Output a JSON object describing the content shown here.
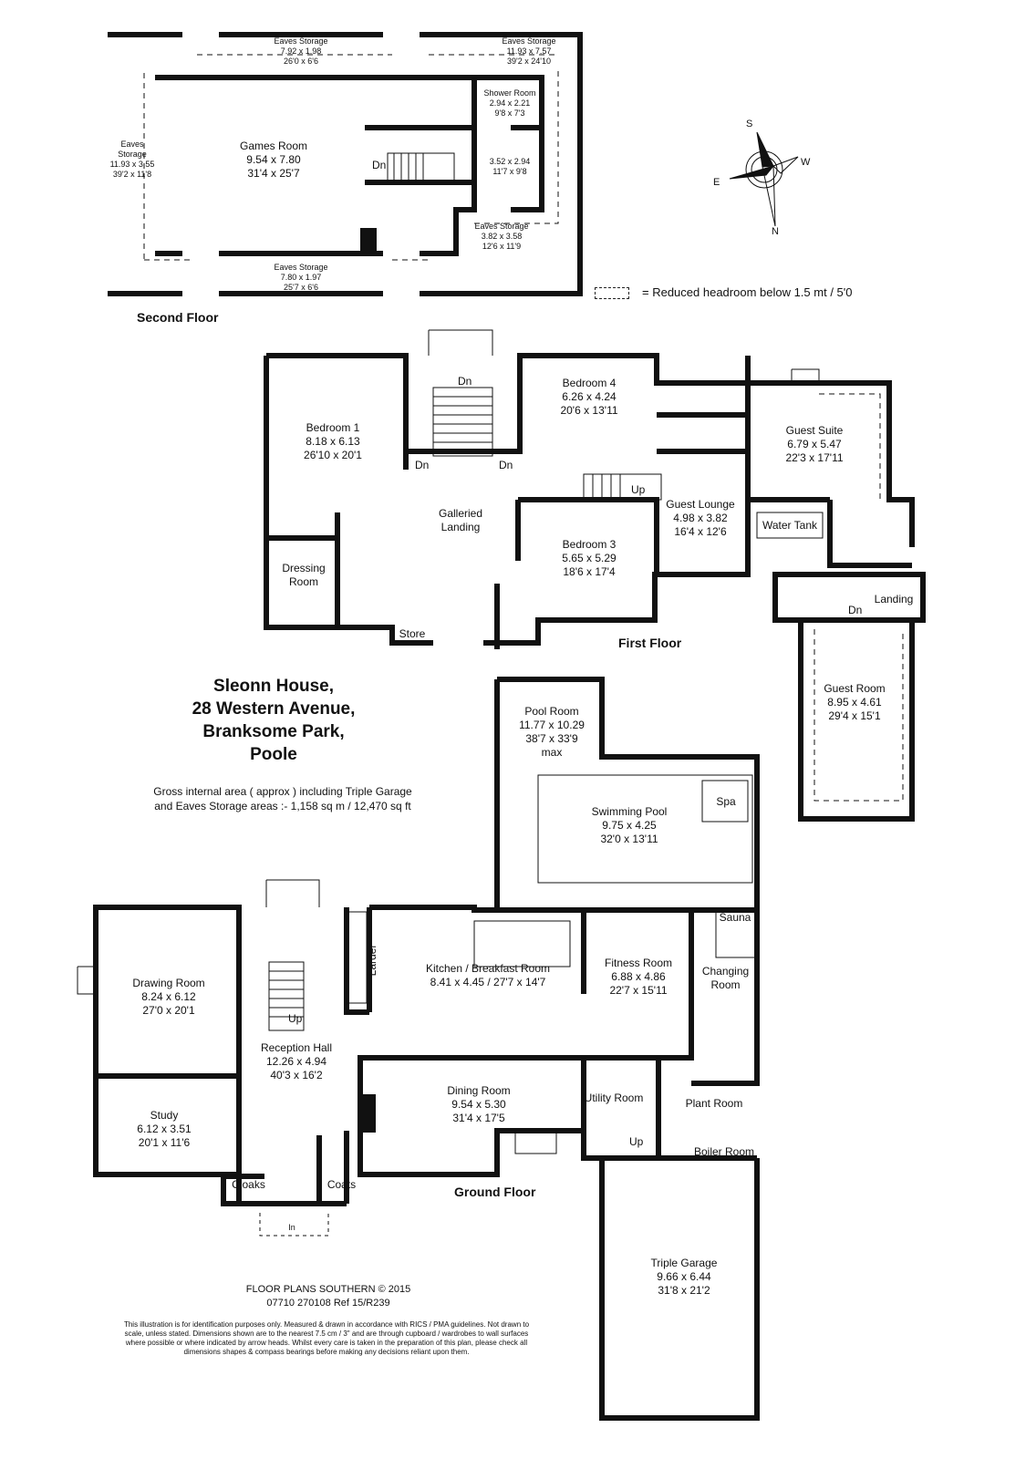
{
  "floors": {
    "second": "Second Floor",
    "first": "First Floor",
    "ground": "Ground Floor"
  },
  "rooms": {
    "eaves_top_left": {
      "name": "Eaves Storage",
      "metric": "7.92 x 1.98",
      "imperial": "26'0 x 6'6"
    },
    "eaves_top_right": {
      "name": "Eaves Storage",
      "metric": "11.93 x 7.57",
      "imperial": "39'2 x 24'10"
    },
    "shower_room": {
      "name": "Shower Room",
      "metric": "2.94 x 2.21",
      "imperial": "9'8 x 7'3"
    },
    "eaves_left_a": "Eaves",
    "eaves_left_b": "Storage",
    "eaves_left_metric": "11.93 x 3.55",
    "eaves_left_imperial": "39'2 x 11'8",
    "games_room": {
      "name": "Games Room",
      "metric": "9.54 x 7.80",
      "imperial": "31'4 x 25'7"
    },
    "second_room": {
      "metric": "3.52 x 2.94",
      "imperial": "11'7 x 9'8"
    },
    "eaves_right": {
      "name": "Eaves Storage",
      "metric": "3.82 x 3.58",
      "imperial": "12'6 x 11'9"
    },
    "eaves_bottom": {
      "name": "Eaves Storage",
      "metric": "7.80 x 1.97",
      "imperial": "25'7 x 6'6"
    },
    "bedroom_1": {
      "name": "Bedroom 1",
      "metric": "8.18 x 6.13",
      "imperial": "26'10 x 20'1"
    },
    "bedroom_4": {
      "name": "Bedroom 4",
      "metric": "6.26 x 4.24",
      "imperial": "20'6 x 13'11"
    },
    "guest_suite": {
      "name": "Guest Suite",
      "metric": "6.79 x 5.47",
      "imperial": "22'3 x 17'11"
    },
    "guest_lounge": {
      "name": "Guest Lounge",
      "metric": "4.98 x 3.82",
      "imperial": "16'4 x 12'6"
    },
    "galleried_landing": {
      "a": "Galleried",
      "b": "Landing"
    },
    "bedroom_3": {
      "name": "Bedroom 3",
      "metric": "5.65 x 5.29",
      "imperial": "18'6 x 17'4"
    },
    "dressing_room": {
      "a": "Dressing",
      "b": "Room"
    },
    "water_tank": "Water Tank",
    "store": "Store",
    "landing": "Landing",
    "guest_room": {
      "name": "Guest Room",
      "metric": "8.95 x 4.61",
      "imperial": "29'4 x 15'1"
    },
    "pool_room": {
      "name": "Pool Room",
      "metric": "11.77 x 10.29",
      "imperial": "38'7 x 33'9",
      "note": "max"
    },
    "swimming_pool": {
      "name": "Swimming Pool",
      "metric": "9.75 x 4.25",
      "imperial": "32'0 x 13'11"
    },
    "spa": "Spa",
    "sauna": "Sauna",
    "drawing_room": {
      "name": "Drawing Room",
      "metric": "8.24 x 6.12",
      "imperial": "27'0 x 20'1"
    },
    "larder": "Larder",
    "kitchen": {
      "name": "Kitchen / Breakfast Room",
      "dims": "8.41 x 4.45  /  27'7 x 14'7"
    },
    "fitness_room": {
      "name": "Fitness Room",
      "metric": "6.88 x 4.86",
      "imperial": "22'7 x 15'11"
    },
    "changing_room": {
      "a": "Changing",
      "b": "Room"
    },
    "reception_hall": {
      "name": "Reception Hall",
      "metric": "12.26 x 4.94",
      "imperial": "40'3 x 16'2"
    },
    "dining_room": {
      "name": "Dining Room",
      "metric": "9.54 x 5.30",
      "imperial": "31'4 x 17'5"
    },
    "utility_room": "Utility Room",
    "plant_room": "Plant Room",
    "study": {
      "name": "Study",
      "metric": "6.12 x 3.51",
      "imperial": "20'1 x 11'6"
    },
    "boiler_room": "Boiler Room",
    "cloaks": "Cloaks",
    "coats": "Coats",
    "triple_garage": {
      "name": "Triple Garage",
      "metric": "9.66 x 6.44",
      "imperial": "31'8 x 21'2"
    }
  },
  "stair_labels": {
    "dn": "Dn",
    "up": "Up",
    "in": "In"
  },
  "address": {
    "line1": "Sleonn House,",
    "line2": "28 Western Avenue,",
    "line3": "Branksome Park,",
    "line4": "Poole"
  },
  "area": {
    "line1": "Gross internal area ( approx ) including Triple Garage",
    "line2": "and Eaves Storage areas :-  1,158 sq m / 12,470 sq ft"
  },
  "legend": "=  Reduced headroom below 1.5 mt / 5'0",
  "compass": {
    "s": "S",
    "w": "W",
    "e": "E",
    "n": "N"
  },
  "credit": {
    "line1": "FLOOR PLANS SOUTHERN  ©  2015",
    "line2": "07710 270108     Ref   15/R239"
  },
  "disclaimer": "This illustration is for identification purposes only. Measured & drawn in accordance with RICS / PMA guidelines. Not drawn to scale, unless stated. Dimensions shown are to the nearest 7.5 cm / 3\" and are through cupboard / wardrobes to wall surfaces where possible or where indicated by arrow heads. Whilst every care is taken in the preparation of this plan, please check all dimensions shapes & compass bearings before making any decisions reliant upon them."
}
